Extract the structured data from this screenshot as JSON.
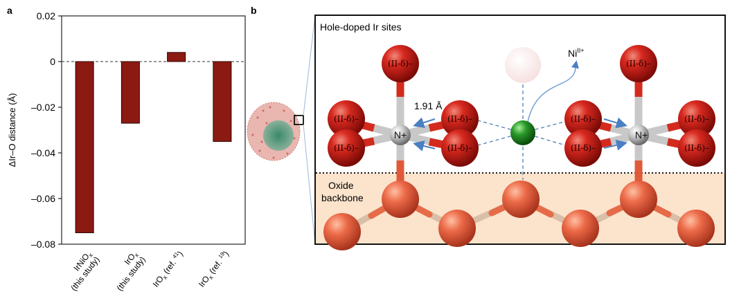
{
  "panels": {
    "a": "a",
    "b": "b"
  },
  "chart_data": {
    "type": "bar",
    "categories": [
      {
        "main": "IrNiO",
        "sub": "x",
        "note": "(this study)"
      },
      {
        "main": "IrO",
        "sub": "x",
        "note": "(this study)"
      },
      {
        "main": "IrO",
        "sub": "x",
        "ref": "(ref. ",
        "refnum": "41",
        "close": ")"
      },
      {
        "main": "IrO",
        "sub": "x",
        "ref": "(ref. ",
        "refnum": "19",
        "close": ")"
      }
    ],
    "values": [
      -0.075,
      -0.027,
      0.004,
      -0.035
    ],
    "ylabel": "ΔIr–O distance (Å)",
    "ylim": [
      -0.08,
      0.02
    ],
    "yticks": [
      0.02,
      0,
      -0.02,
      -0.04,
      -0.06,
      -0.08
    ],
    "ytick_labels": [
      "0.02",
      "0",
      "–0.02",
      "–0.04",
      "–0.06",
      "–0.08"
    ],
    "zero_line": "dashed",
    "bar_color": "#8b1a12"
  },
  "diagram": {
    "title": "Hole-doped Ir sites",
    "backbone_line1": "Oxide",
    "backbone_line2": "backbone",
    "bond_length": "1.91 Å",
    "ni_label": "Ni",
    "ni_sup": "II+",
    "center_label": "N+",
    "o_label": "(II-δ)–",
    "colors": {
      "oxygen": "#c4221a",
      "backbone": "#e8623f",
      "nickel": "#1e8a1e",
      "arrow": "#4b7fc4",
      "backbone_bg": "#fbe3cc"
    }
  }
}
